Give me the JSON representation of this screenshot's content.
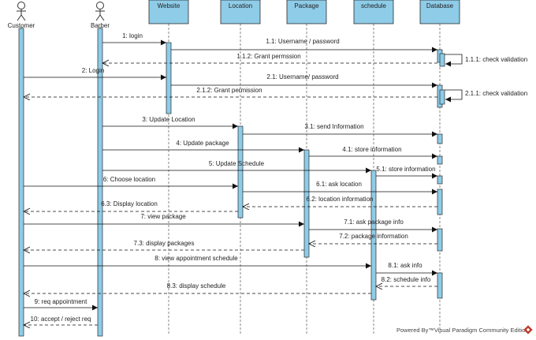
{
  "participants": [
    {
      "id": "customer",
      "kind": "actor",
      "label": "Customer"
    },
    {
      "id": "barber",
      "kind": "actor",
      "label": "Barber"
    },
    {
      "id": "website",
      "kind": "object",
      "label": "Website"
    },
    {
      "id": "location",
      "kind": "object",
      "label": "Location"
    },
    {
      "id": "package",
      "kind": "object",
      "label": "Package"
    },
    {
      "id": "schedule",
      "kind": "object",
      "label": "schedule"
    },
    {
      "id": "database",
      "kind": "object",
      "label": "Database"
    }
  ],
  "messages": [
    {
      "from": "barber",
      "to": "website",
      "type": "sync",
      "label": "1: login"
    },
    {
      "from": "website",
      "to": "database",
      "type": "sync",
      "label": "1.1: Username / password"
    },
    {
      "from": "database",
      "to": "database",
      "type": "self",
      "label": "1.1.1: check validation"
    },
    {
      "from": "database",
      "to": "barber",
      "type": "return",
      "label": "1.1.2: Grant permssion"
    },
    {
      "from": "customer",
      "to": "website",
      "type": "sync",
      "label": "2: Login"
    },
    {
      "from": "website",
      "to": "database",
      "type": "sync",
      "label": "2.1: Username/ password"
    },
    {
      "from": "database",
      "to": "database",
      "type": "self",
      "label": "2.1.1: check validation"
    },
    {
      "from": "database",
      "to": "customer",
      "type": "return",
      "label": "2.1.2: Grant permission"
    },
    {
      "from": "barber",
      "to": "location",
      "type": "sync",
      "label": "3: Update Location"
    },
    {
      "from": "location",
      "to": "database",
      "type": "sync",
      "label": "3.1: send Information"
    },
    {
      "from": "barber",
      "to": "package",
      "type": "sync",
      "label": "4: Update package"
    },
    {
      "from": "package",
      "to": "database",
      "type": "sync",
      "label": "4.1: store information"
    },
    {
      "from": "barber",
      "to": "schedule",
      "type": "sync",
      "label": "5: Update Schedule"
    },
    {
      "from": "schedule",
      "to": "database",
      "type": "sync",
      "label": "5.1: store information"
    },
    {
      "from": "customer",
      "to": "location",
      "type": "sync",
      "label": "6: Choose location"
    },
    {
      "from": "location",
      "to": "database",
      "type": "sync",
      "label": "6.1: ask location"
    },
    {
      "from": "database",
      "to": "location",
      "type": "return",
      "label": "6.2: location information"
    },
    {
      "from": "location",
      "to": "customer",
      "type": "return",
      "label": "6.3: Display location"
    },
    {
      "from": "customer",
      "to": "package",
      "type": "sync",
      "label": "7: view package"
    },
    {
      "from": "package",
      "to": "database",
      "type": "sync",
      "label": "7.1: ask package info"
    },
    {
      "from": "database",
      "to": "package",
      "type": "return",
      "label": "7.2: package information"
    },
    {
      "from": "package",
      "to": "customer",
      "type": "return",
      "label": "7.3: display packages"
    },
    {
      "from": "customer",
      "to": "schedule",
      "type": "sync",
      "label": "8: view appointment schedule"
    },
    {
      "from": "schedule",
      "to": "database",
      "type": "sync",
      "label": "8.1: ask info"
    },
    {
      "from": "database",
      "to": "schedule",
      "type": "return",
      "label": "8.2: schedule info"
    },
    {
      "from": "schedule",
      "to": "customer",
      "type": "return",
      "label": "8.3: display schedule"
    },
    {
      "from": "customer",
      "to": "barber",
      "type": "sync",
      "label": "9: req appointment"
    },
    {
      "from": "barber",
      "to": "customer",
      "type": "return",
      "label": "10: accept / reject req"
    }
  ],
  "footer": {
    "text": "Powered By™Visual Paradigm Community Edition",
    "logo_icon": "visual-paradigm-logo-icon"
  },
  "colors": {
    "object_fill": "#8ecce8",
    "activation_fill": "#8ecce8",
    "line": "#111111",
    "logo": "#c0392b"
  }
}
